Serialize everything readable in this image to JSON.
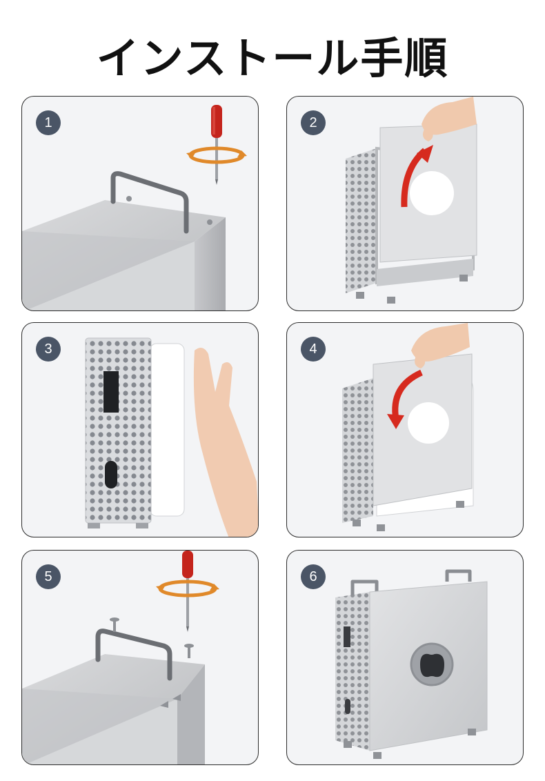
{
  "title": "インストール手順",
  "steps": [
    {
      "number": "1",
      "icon": "screwdriver-icon"
    },
    {
      "number": "2",
      "icon": "lift-panel-icon"
    },
    {
      "number": "3",
      "icon": "hand-push-icon"
    },
    {
      "number": "4",
      "icon": "lower-panel-icon"
    },
    {
      "number": "5",
      "icon": "screwdriver-icon"
    },
    {
      "number": "6",
      "icon": "finished-case-icon"
    }
  ],
  "colors": {
    "badge": "#4a5566",
    "arrow": "#d62a1e",
    "metal": "#c9cbce",
    "panel_bg": "#f3f4f6"
  }
}
